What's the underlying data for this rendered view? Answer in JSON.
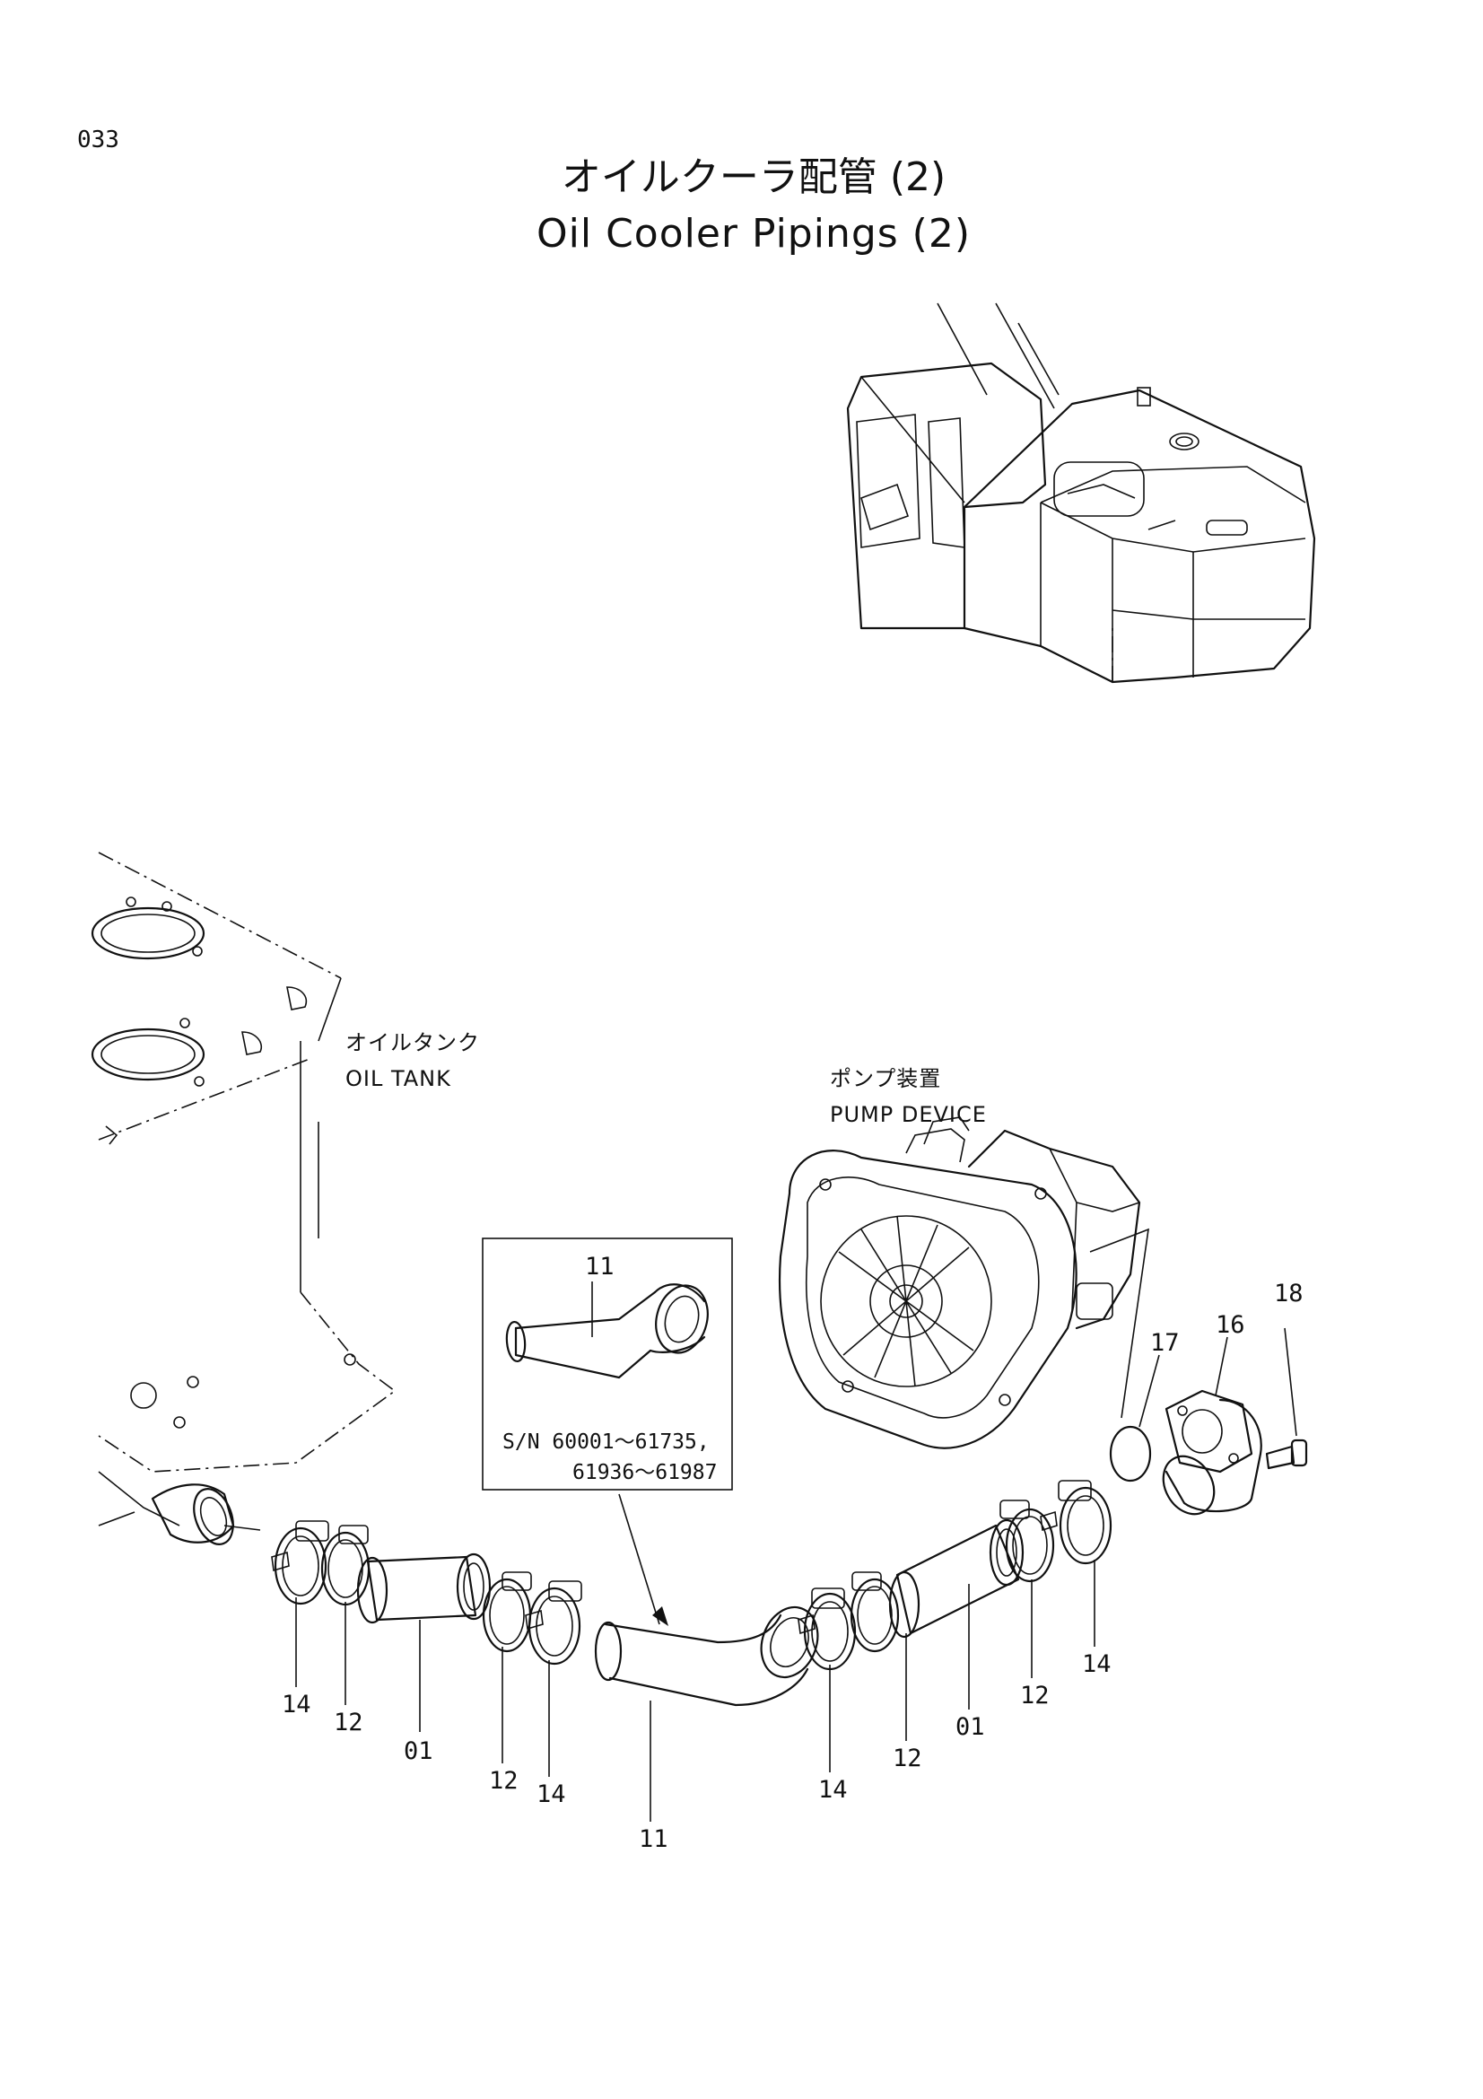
{
  "page_number": "033",
  "title_jp": "オイルクーラ配管 (2)",
  "title_en": "Oil Cooler Pipings (2)",
  "labels": {
    "oil_tank_jp": "オイルタンク",
    "oil_tank_en": "OIL TANK",
    "pump_device_jp": "ポンプ装置",
    "pump_device_en": "PUMP DEVICE"
  },
  "inset": {
    "part": "11",
    "serial_line1": "S/N  60001～61735,",
    "serial_line2": "61936～61987"
  },
  "callouts": [
    {
      "id": "14a",
      "text": "14"
    },
    {
      "id": "12a",
      "text": "12"
    },
    {
      "id": "01a",
      "text": "01"
    },
    {
      "id": "12b",
      "text": "12"
    },
    {
      "id": "14b",
      "text": "14"
    },
    {
      "id": "11a",
      "text": "11"
    },
    {
      "id": "14c",
      "text": "14"
    },
    {
      "id": "12c",
      "text": "12"
    },
    {
      "id": "01b",
      "text": "01"
    },
    {
      "id": "12d",
      "text": "12"
    },
    {
      "id": "14d",
      "text": "14"
    },
    {
      "id": "17",
      "text": "17"
    },
    {
      "id": "16",
      "text": "16"
    },
    {
      "id": "18",
      "text": "18"
    }
  ]
}
